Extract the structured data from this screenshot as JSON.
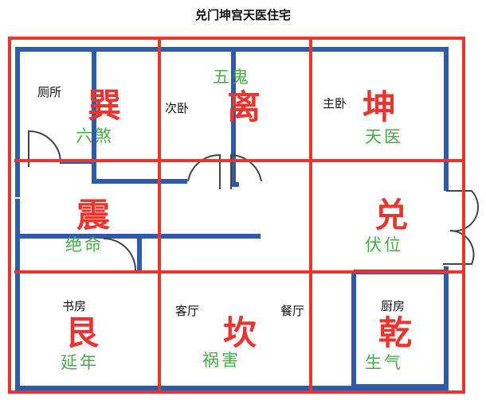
{
  "title": "兑门坤宫天医住宅",
  "rooms": {
    "toilet": "厕所",
    "second_bedroom": "次卧",
    "master_bedroom": "主卧",
    "study": "书房",
    "living_room": "客厅",
    "dining_room": "餐厅",
    "kitchen": "厨房"
  },
  "palaces": [
    {
      "gua": "巽",
      "star": "六煞"
    },
    {
      "gua": "离",
      "star": "五鬼"
    },
    {
      "gua": "坤",
      "star": "天医"
    },
    {
      "gua": "震",
      "star": "绝命"
    },
    {
      "gua": "兑",
      "star": "伏位"
    },
    {
      "gua": "艮",
      "star": "延年"
    },
    {
      "gua": "坎",
      "star": "祸害"
    },
    {
      "gua": "乾",
      "star": "生气"
    }
  ],
  "colors": {
    "grid": "#e8352f",
    "wall": "#2f5aa8",
    "gua": "#e8352f",
    "star": "#4aaa4a"
  }
}
